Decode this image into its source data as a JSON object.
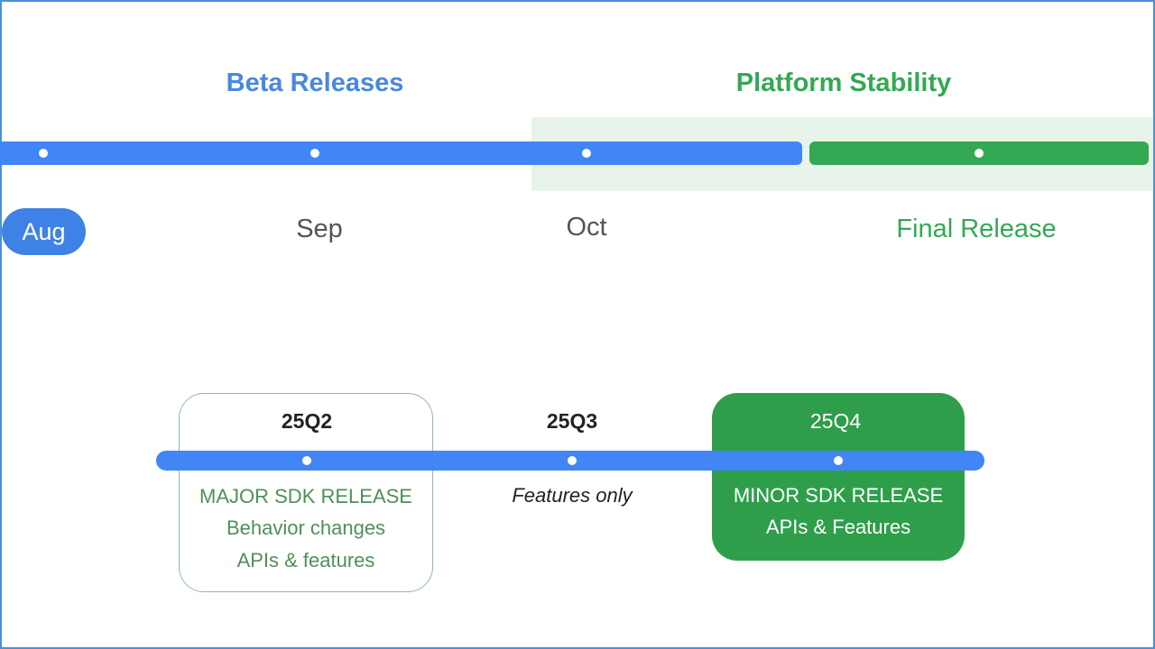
{
  "phases": {
    "beta": "Beta Releases",
    "stability": "Platform Stability"
  },
  "months": {
    "aug": "Aug",
    "sep": "Sep",
    "oct": "Oct",
    "final": "Final Release"
  },
  "quarters": [
    {
      "label": "25Q2",
      "lines": [
        "MAJOR SDK RELEASE",
        "Behavior changes",
        "APIs & features"
      ]
    },
    {
      "label": "25Q3",
      "note": "Features only"
    },
    {
      "label": "25Q4",
      "lines": [
        "MINOR SDK RELEASE",
        "APIs & Features"
      ]
    }
  ],
  "colors": {
    "blue": "#4285f4",
    "green": "#34a853",
    "green_dark": "#2f9e4b",
    "stability_bg": "#e8f3e9",
    "beta_text": "#4a87e0",
    "stability_text": "#34a853",
    "box_text": "#4f8f5c"
  }
}
